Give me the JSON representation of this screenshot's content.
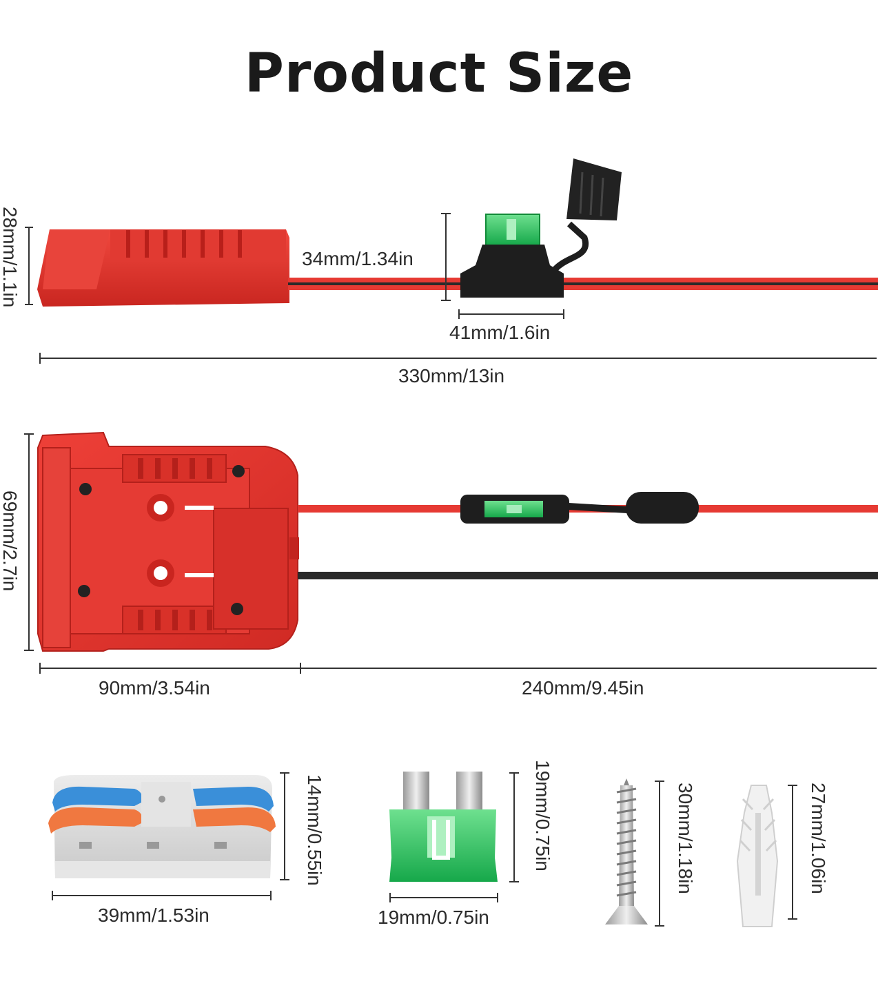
{
  "title": "Product Size",
  "colors": {
    "adapter_red": "#e0322c",
    "fuse_green": "#22c45a",
    "wire_black": "#2a2a2a",
    "connector_blue": "#3a8fd9",
    "connector_orange": "#f07840",
    "connector_gray": "#d8d8d8"
  },
  "dimensions": {
    "top_height": "28mm/1.1in",
    "fuse_holder_height": "34mm/1.34in",
    "fuse_holder_width": "41mm/1.6in",
    "total_length": "330mm/13in",
    "adapter_height": "69mm/2.7in",
    "adapter_width": "90mm/3.54in",
    "cable_length": "240mm/9.45in",
    "connector_height": "14mm/0.55in",
    "connector_width": "39mm/1.53in",
    "fuse_height": "19mm/0.75in",
    "fuse_width": "19mm/0.75in",
    "screw_length": "30mm/1.18in",
    "anchor_length": "27mm/1.06in"
  }
}
